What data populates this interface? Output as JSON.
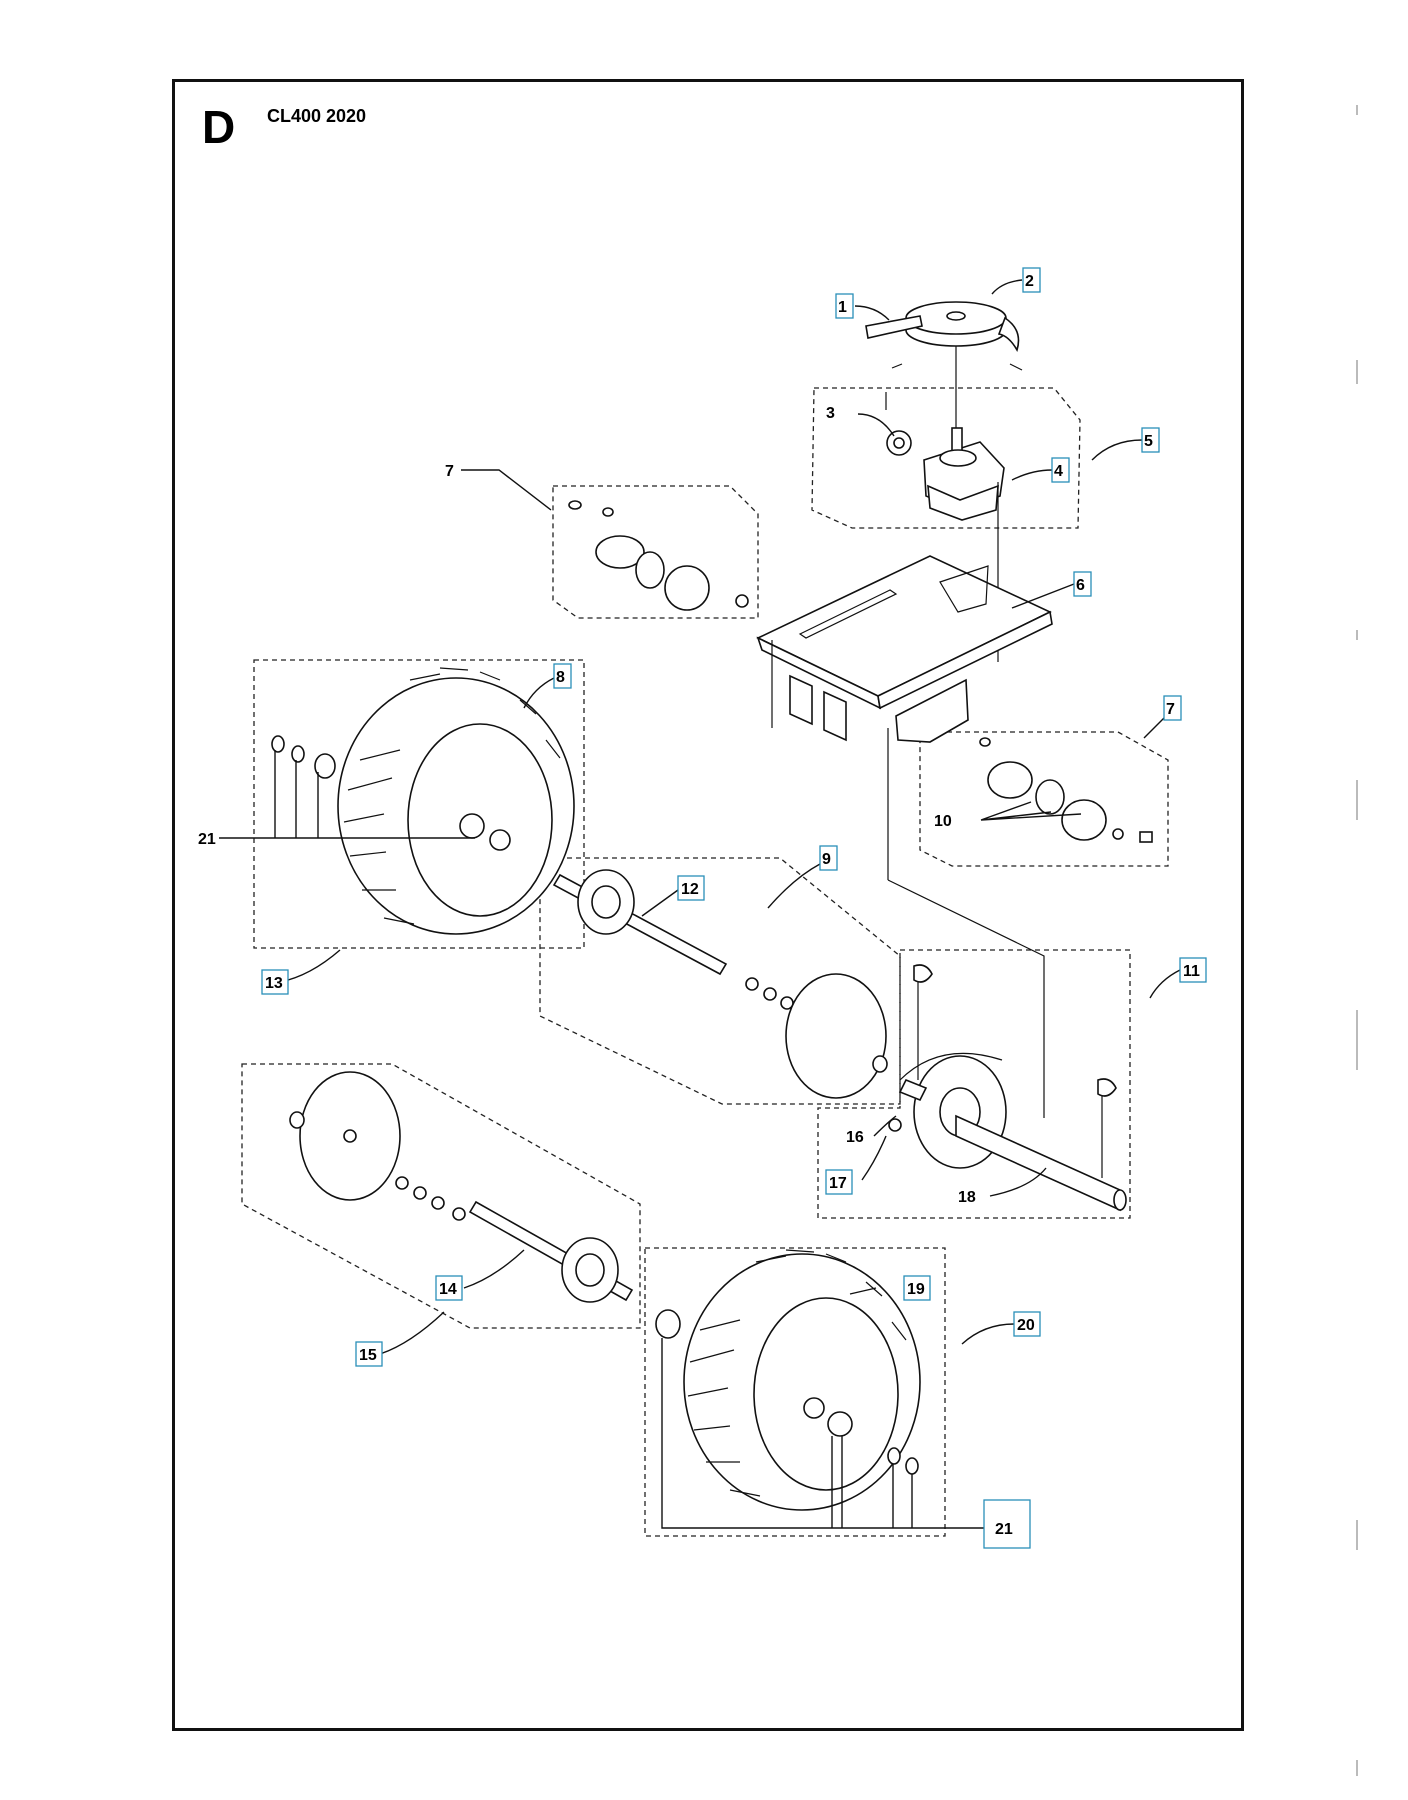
{
  "header": {
    "section_letter": "D",
    "model": "CL400 2020"
  },
  "callouts": {
    "c1": "1",
    "c2": "2",
    "c3": "3",
    "c4": "4",
    "c5": "5",
    "c6": "6",
    "c7a": "7",
    "c7b": "7",
    "c8": "8",
    "c9": "9",
    "c10": "10",
    "c11": "11",
    "c12": "12",
    "c13": "13",
    "c14": "14",
    "c15": "15",
    "c16": "16",
    "c17": "17",
    "c18": "18",
    "c19": "19",
    "c20": "20",
    "c21a": "21",
    "c21b": "21"
  }
}
